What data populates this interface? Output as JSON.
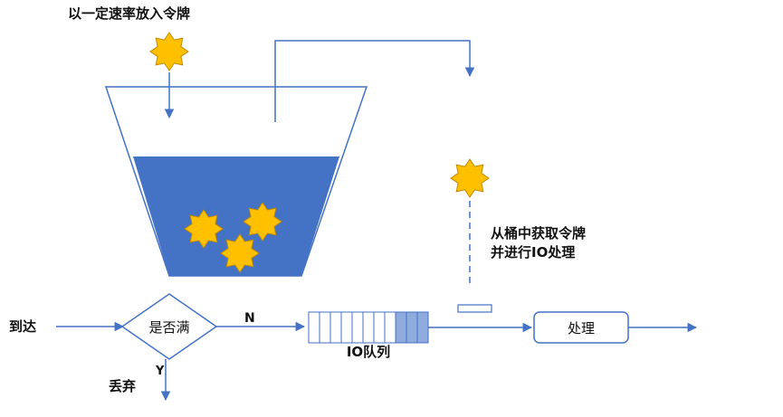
{
  "labels": {
    "token_rate": "以一定速率放入令牌",
    "get_token_line1": "从桶中获取令牌",
    "get_token_line2": "并进行IO处理",
    "arrive": "到达",
    "decision": "是否满",
    "no": "N",
    "yes": "Y",
    "discard": "丢弃",
    "io_queue": "IO队列",
    "process": "处理"
  },
  "queue": {
    "total_slots": 11,
    "filled_slots": 3
  },
  "bucket": {
    "tokens_inside": 3
  },
  "colors": {
    "line": "#4472c4",
    "bucket_fill": "#4472c4",
    "token_fill": "#ffc000",
    "token_stroke": "#c08a00",
    "queue_filled": "#8faadc",
    "shape_stroke": "#4472c4"
  },
  "icons": [
    "star-token-icon"
  ]
}
